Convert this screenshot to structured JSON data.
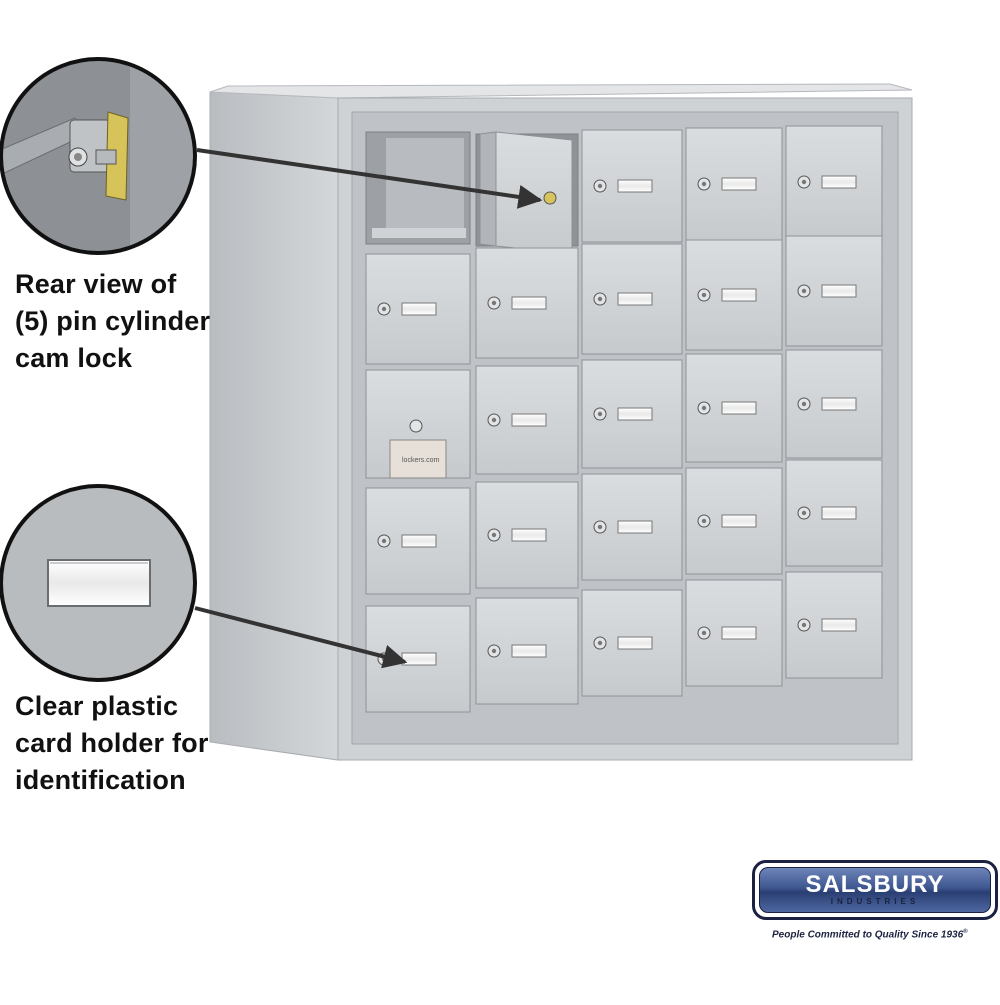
{
  "callouts": [
    {
      "id": "cam-lock",
      "text": "Rear view of\n(5) pin cylinder\ncam lock"
    },
    {
      "id": "card-holder",
      "text": "Clear plastic\ncard holder for\nidentification"
    }
  ],
  "brand": {
    "name": "SALSBURY",
    "subname": "INDUSTRIES",
    "tagline": "People Committed to Quality Since 1936",
    "trademark": "®"
  },
  "plate_label": "lockers.com",
  "colors": {
    "locker_aluminum": "#c9cccf",
    "door_face": "#d3d6d9",
    "brand_blue": "#3f5790",
    "arrow": "#3a3a3a"
  },
  "icons": [
    "cam-lock-icon",
    "card-holder-icon",
    "callout-arrow-icon",
    "magnifier-circle-icon"
  ]
}
